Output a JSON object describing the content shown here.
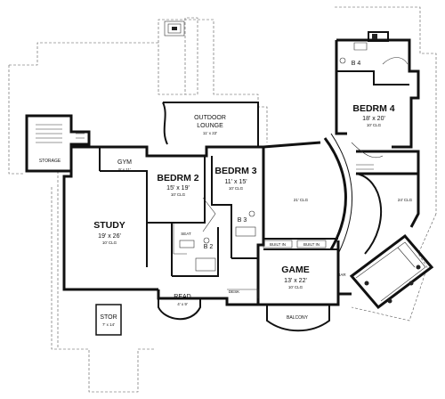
{
  "rooms": {
    "outdoor_lounge": {
      "name": "OUTDOOR\nLOUNGE",
      "name_l1": "OUTDOOR",
      "name_l2": "LOUNGE",
      "size": "11' x 22'"
    },
    "gym": {
      "name": "GYM",
      "size": "9' x 11'"
    },
    "bedrm2": {
      "name": "BEDRM 2",
      "size": "15' x 19'",
      "clg": "10' CLG"
    },
    "bedrm3": {
      "name": "BEDRM 3",
      "size": "11' x 15'",
      "clg": "10' CLG"
    },
    "bedrm4": {
      "name": "BEDRM 4",
      "size": "18' x 20'",
      "clg": "10' CLG"
    },
    "study": {
      "name": "STUDY",
      "size": "19' x 26'",
      "clg": "10' CLG"
    },
    "storage": {
      "name": "STORAGE"
    },
    "stor": {
      "name": "STOR",
      "size": "7' x 14'"
    },
    "game": {
      "name": "GAME",
      "size": "13' x 22'",
      "clg": "10' CLG"
    },
    "read": {
      "name": "READ",
      "size": "4' x 9'"
    },
    "b2": {
      "name": "B 2"
    },
    "b3": {
      "name": "B 3"
    },
    "b4": {
      "name": "B 4"
    },
    "seat": {
      "name": "SEAT"
    },
    "desk": {
      "name": "DESK"
    },
    "balcony": {
      "name": "BALCONY"
    },
    "bar": {
      "name": "BAR"
    },
    "built_in_1": {
      "name": "BUILT IN"
    },
    "built_in_2": {
      "name": "BUILT IN"
    },
    "clg_21": {
      "name": "21' CLG"
    },
    "clg_24": {
      "name": "24' CLG"
    }
  }
}
